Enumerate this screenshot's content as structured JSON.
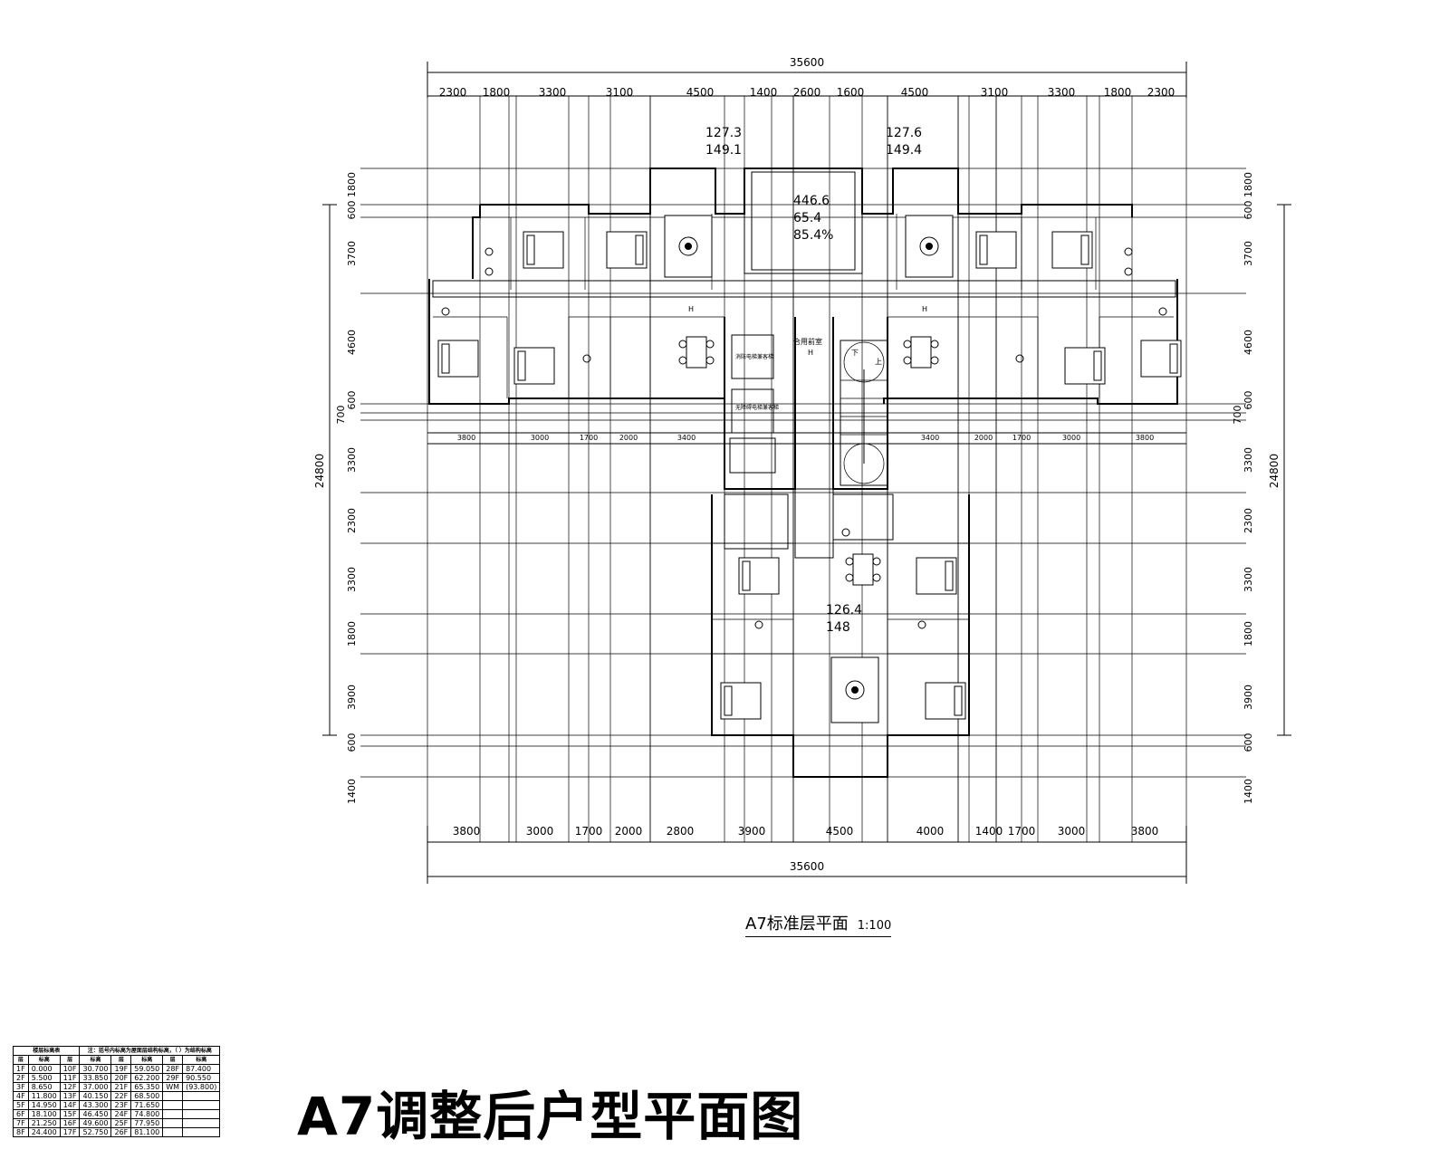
{
  "diagram": {
    "type": "architectural floor plan",
    "overall_width": "35600",
    "overall_height": "24800",
    "top_dims": [
      "2300",
      "1800",
      "3300",
      "3100",
      "4500",
      "1400",
      "2600",
      "1600",
      "4500",
      "3100",
      "3300",
      "1800",
      "2300"
    ],
    "mid_dims_left": [
      "3800",
      "3000",
      "1700",
      "2000",
      "3400"
    ],
    "mid_dims_right": [
      "3400",
      "2000",
      "1700",
      "3000",
      "3800"
    ],
    "bottom_dims": [
      "3800",
      "3000",
      "1700",
      "2000",
      "2800",
      "3900",
      "4500",
      "4000",
      "1400",
      "1700",
      "3000",
      "3800"
    ],
    "left_dims": [
      "1800",
      "600",
      "3700",
      "4600",
      "600",
      "700",
      "3300",
      "2300",
      "3300",
      "1800",
      "3900",
      "600",
      "1400"
    ],
    "right_dims": [
      "1800",
      "600",
      "3700",
      "4600",
      "600",
      "700",
      "3300",
      "2300",
      "3300",
      "1800",
      "3900",
      "600",
      "1400"
    ],
    "unit_left": {
      "area1": "127.3",
      "area2": "149.1"
    },
    "unit_right": {
      "area1": "127.6",
      "area2": "149.4"
    },
    "core": {
      "total": "446.6",
      "shared": "65.4",
      "ratio": "85.4%"
    },
    "unit_bottom": {
      "area1": "126.4",
      "area2": "148"
    },
    "labels": {
      "lobby": "合用前室",
      "elevator1": "消防电梯兼客梯",
      "elevator2": "无障碍电梯兼客梯",
      "up": "上",
      "down": "下",
      "h": "H"
    }
  },
  "subtitle": "A7标准层平面",
  "scale": "1:100",
  "main_title": "A7调整后户型平面图",
  "floor_table": {
    "headers": [
      "楼层标高表",
      "",
      "",
      "",
      "注：括号内标高为屋面层结构标高，（  ）为结构标高",
      "",
      "",
      ""
    ],
    "columns": [
      "层",
      "标高",
      "层",
      "标高",
      "层",
      "标高",
      "层",
      "标高"
    ],
    "rows": [
      [
        "1F",
        "0.000",
        "10F",
        "30.700",
        "19F",
        "59.050",
        "28F",
        "87.400"
      ],
      [
        "2F",
        "5.500",
        "11F",
        "33.850",
        "20F",
        "62.200",
        "29F",
        "90.550"
      ],
      [
        "3F",
        "8.650",
        "12F",
        "37.000",
        "21F",
        "65.350",
        "WM",
        "(93.800)"
      ],
      [
        "4F",
        "11.800",
        "13F",
        "40.150",
        "22F",
        "68.500",
        "",
        ""
      ],
      [
        "5F",
        "14.950",
        "14F",
        "43.300",
        "23F",
        "71.650",
        "",
        ""
      ],
      [
        "6F",
        "18.100",
        "15F",
        "46.450",
        "24F",
        "74.800",
        "",
        ""
      ],
      [
        "7F",
        "21.250",
        "16F",
        "49.600",
        "25F",
        "77.950",
        "",
        ""
      ],
      [
        "8F",
        "24.400",
        "17F",
        "52.750",
        "26F",
        "81.100",
        "",
        ""
      ]
    ]
  }
}
